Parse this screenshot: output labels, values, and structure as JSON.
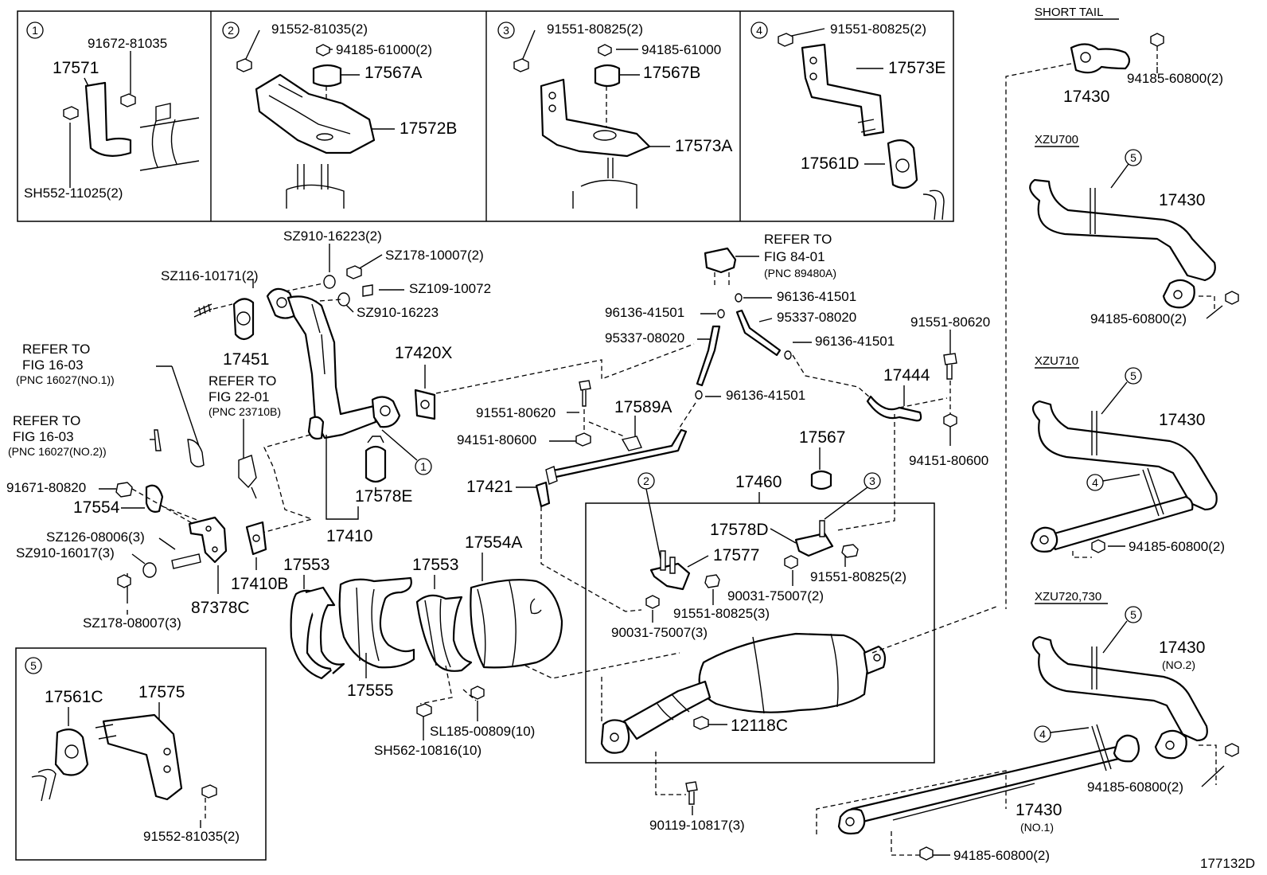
{
  "diagram_id": "177132D",
  "callouts": {
    "c1": "1",
    "c2": "2",
    "c3": "3",
    "c4": "4",
    "c5": "5"
  },
  "inset1": {
    "p1": "91672-81035",
    "p2": "17571",
    "p3": "SH552-11025(2)"
  },
  "inset2": {
    "p1": "91552-81035(2)",
    "p2": "94185-61000(2)",
    "p3": "17567A",
    "p4": "17572B"
  },
  "inset3": {
    "p1": "91551-80825(2)",
    "p2": "94185-61000",
    "p3": "17567B",
    "p4": "17573A"
  },
  "inset4": {
    "p1": "91551-80825(2)",
    "p2": "17573E",
    "p3": "17561D"
  },
  "inset5": {
    "p1": "17561C",
    "p2": "17575",
    "p3": "91552-81035(2)"
  },
  "variants": {
    "short_tail": "SHORT TAIL",
    "short_tail_part": "17430",
    "short_tail_nut": "94185-60800(2)",
    "xzu700": "XZU700",
    "xzu700_part": "17430",
    "xzu700_nut": "94185-60800(2)",
    "xzu710": "XZU710",
    "xzu710_part": "17430",
    "xzu710_nut": "94185-60800(2)",
    "xzu720": "XZU720,730",
    "xzu720_part": "17430",
    "xzu720_no2": "(NO.2)",
    "xzu720_nut": "94185-60800(2)",
    "no1_part": "17430",
    "no1_sub": "(NO.1)",
    "no1_nut": "94185-60800(2)"
  },
  "main": {
    "sz910a": "SZ910-16223(2)",
    "sz178a": "SZ178-10007(2)",
    "sz116": "SZ116-10171(2)",
    "sz109": "SZ109-10072",
    "sz910b": "SZ910-16223",
    "p17451": "17451",
    "p17420x": "17420X",
    "refer1_a": "REFER TO",
    "refer1_b": "FIG 16-03",
    "refer1_c": "(PNC 16027(NO.1))",
    "refer2_a": "REFER TO",
    "refer2_b": "FIG 22-01",
    "refer2_c": "(PNC 23710B)",
    "refer3_a": "REFER TO",
    "refer3_b": "FIG 16-03",
    "refer3_c": "(PNC 16027(NO.2))",
    "refer4_a": "REFER TO",
    "refer4_b": "FIG 84-01",
    "refer4_c": "(PNC 89480A)",
    "p91671": "91671-80820",
    "p17554": "17554",
    "sz126": "SZ126-08006(3)",
    "sz910c": "SZ910-16017(3)",
    "sz178b": "SZ178-08007(3)",
    "p87378c": "87378C",
    "p17410b": "17410B",
    "p17410": "17410",
    "p17578e": "17578E",
    "p17553a": "17553",
    "p17553b": "17553",
    "p17554a": "17554A",
    "p17555": "17555",
    "sl185": "SL185-00809(10)",
    "sh562": "SH562-10816(10)",
    "p91551_80620a": "91551-80620",
    "p94151_80600a": "94151-80600",
    "p17589a": "17589A",
    "p17421": "17421",
    "p96136a": "96136-41501",
    "p95337a": "95337-08020",
    "p96136b": "96136-41501",
    "p96136c": "96136-41501",
    "p95337b": "95337-08020",
    "p96136d": "96136-41501",
    "p91551_80620b": "91551-80620",
    "p17444": "17444",
    "p94151_80600b": "94151-80600",
    "p17567": "17567",
    "p17460": "17460",
    "p17578d": "17578D",
    "p17577": "17577",
    "p91551_80825a": "91551-80825(2)",
    "p90031a": "90031-75007(2)",
    "p91551_80825b": "91551-80825(3)",
    "p90031b": "90031-75007(3)",
    "p12118c": "12118C",
    "p90119": "90119-10817(3)"
  }
}
